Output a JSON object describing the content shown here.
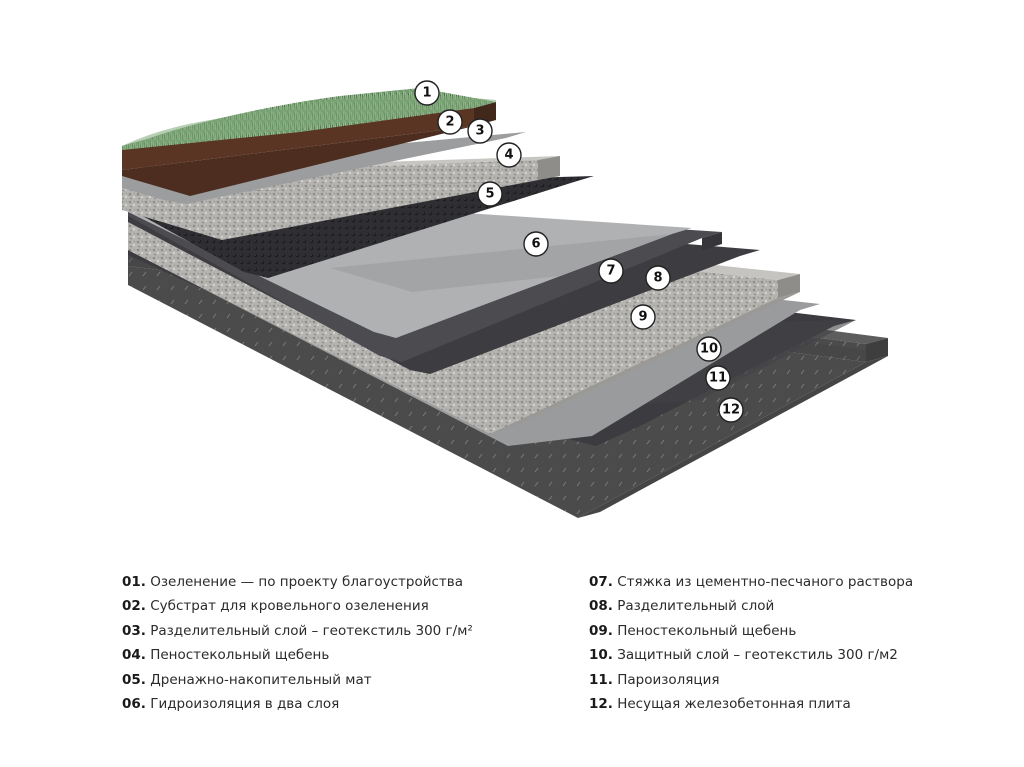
{
  "markers": [
    "1",
    "2",
    "3",
    "4",
    "5",
    "6",
    "7",
    "8",
    "9",
    "10",
    "11",
    "12"
  ],
  "legend": {
    "left": [
      {
        "num": "01.",
        "text": "Озеленение — по проекту благоустройства"
      },
      {
        "num": "02.",
        "text": "Субстрат для кровельного озеленения"
      },
      {
        "num": "03.",
        "text": "Разделительный слой – геотекстиль 300 г/м²"
      },
      {
        "num": "04.",
        "text": "Пеностекольный щебень"
      },
      {
        "num": "05.",
        "text": "Дренажно-накопительный мат"
      },
      {
        "num": "06.",
        "text": "Гидроизоляция в два слоя"
      }
    ],
    "right": [
      {
        "num": "07.",
        "text": "Стяжка из цементно-песчаного раствора"
      },
      {
        "num": "08.",
        "text": "Разделительный слой"
      },
      {
        "num": "09.",
        "text": "Пеностекольный щебень"
      },
      {
        "num": "10.",
        "text": "Защитный слой – геотекстиль 300 г/м2"
      },
      {
        "num": "11.",
        "text": "Пароизоляция"
      },
      {
        "num": "12.",
        "text": "Несущая железобетонная плита"
      }
    ]
  },
  "colors": {
    "grass": "#6f9a6a",
    "soil": "#5a3524",
    "gravel": "#b9b8b4",
    "membrane_light": "#9c9d9f",
    "membrane_dark": "#3f3f42",
    "drainage_mat": "#2d2d30",
    "slab": "#4b4c4b"
  }
}
